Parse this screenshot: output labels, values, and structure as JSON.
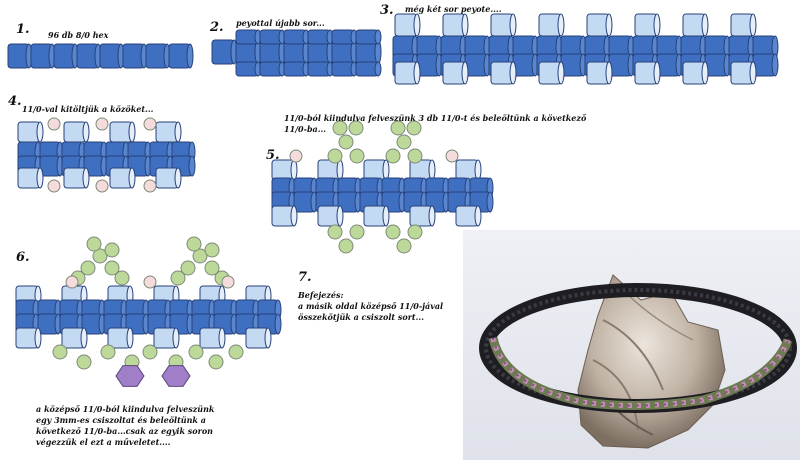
{
  "steps": {
    "s1": {
      "num": "1.",
      "caption": "96 db 8/0 hex"
    },
    "s2": {
      "num": "2.",
      "caption": "peyottal újabb sor..."
    },
    "s3": {
      "num": "3.",
      "caption": "még két sor peyote...."
    },
    "s4": {
      "num": "4.",
      "caption": "11/0-val kitöltjük a közöket..."
    },
    "s5": {
      "num": "5.",
      "caption": "11/0-ból kiindulva felveszünk 3 db 11/0-t és beleöltünk a következő 11/0-ba..."
    },
    "s6": {
      "num": "6.",
      "caption": "a középső 11/0-ból kiindulva felveszünk egy 3mm-es csiszoltat és beleöltünk a következő 11/0-ba...csak az egyik soron végezzük el ezt a műveletet...."
    },
    "s7": {
      "num": "7.",
      "title": "Befejezés:",
      "caption": "a másik oldal középső 11/0-jával összekötjük a csiszolt sort..."
    }
  },
  "colors": {
    "hex_dark": "#3f6fc0",
    "hex_light": "#c4d9f2",
    "seed_pink": "#f6dbdc",
    "seed_green": "#bcd99a",
    "crystal": "#a07fc8",
    "outline": "#27427a"
  }
}
